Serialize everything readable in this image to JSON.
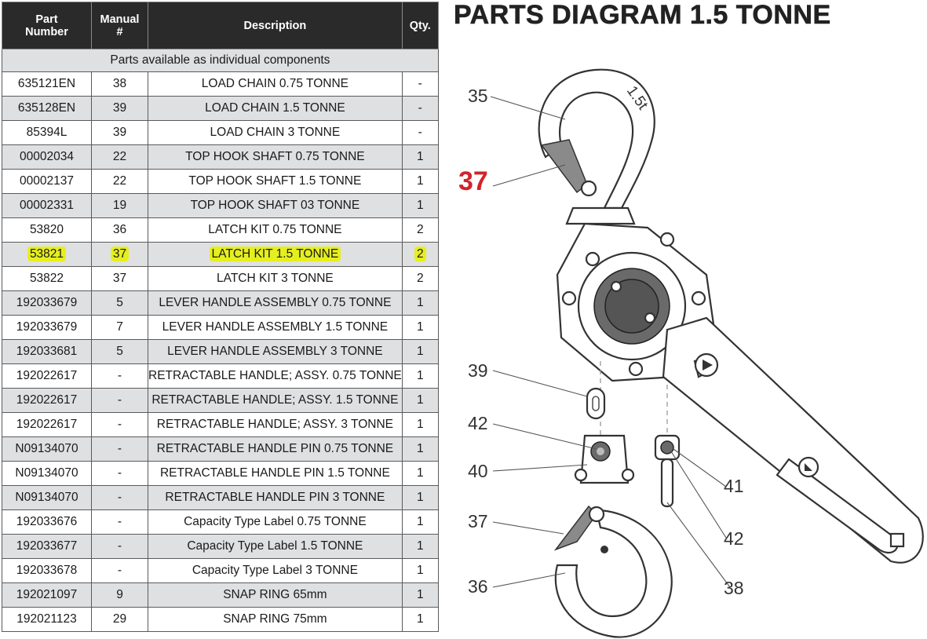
{
  "table": {
    "headers": {
      "part_number": "Part\nNumber",
      "manual": "Manual\n#",
      "description": "Description",
      "qty": "Qty."
    },
    "section_label": "Parts available as individual components",
    "rows": [
      {
        "part": "635121EN",
        "manual": "38",
        "desc": "LOAD CHAIN 0.75 TONNE",
        "qty": "-"
      },
      {
        "part": "635128EN",
        "manual": "39",
        "desc": "LOAD CHAIN 1.5 TONNE",
        "qty": "-"
      },
      {
        "part": "85394L",
        "manual": "39",
        "desc": "LOAD CHAIN 3 TONNE",
        "qty": "-"
      },
      {
        "part": "00002034",
        "manual": "22",
        "desc": "TOP HOOK SHAFT 0.75 TONNE",
        "qty": "1"
      },
      {
        "part": "00002137",
        "manual": "22",
        "desc": "TOP HOOK SHAFT 1.5 TONNE",
        "qty": "1"
      },
      {
        "part": "00002331",
        "manual": "19",
        "desc": "TOP HOOK SHAFT 03 TONNE",
        "qty": "1"
      },
      {
        "part": "53820",
        "manual": "36",
        "desc": "LATCH KIT 0.75 TONNE",
        "qty": "2"
      },
      {
        "part": "53821",
        "manual": "37",
        "desc": "LATCH KIT 1.5 TONNE",
        "qty": "2",
        "highlighted": true
      },
      {
        "part": "53822",
        "manual": "37",
        "desc": "LATCH KIT 3 TONNE",
        "qty": "2"
      },
      {
        "part": "192033679",
        "manual": "5",
        "desc": "LEVER HANDLE ASSEMBLY 0.75 TONNE",
        "qty": "1"
      },
      {
        "part": "192033679",
        "manual": "7",
        "desc": "LEVER HANDLE ASSEMBLY 1.5 TONNE",
        "qty": "1"
      },
      {
        "part": "192033681",
        "manual": "5",
        "desc": "LEVER HANDLE ASSEMBLY 3 TONNE",
        "qty": "1"
      },
      {
        "part": "192022617",
        "manual": "-",
        "desc": "RETRACTABLE HANDLE; ASSY. 0.75 TONNE",
        "qty": "1"
      },
      {
        "part": "192022617",
        "manual": "-",
        "desc": "RETRACTABLE HANDLE; ASSY. 1.5 TONNE",
        "qty": "1"
      },
      {
        "part": "192022617",
        "manual": "-",
        "desc": "RETRACTABLE HANDLE; ASSY. 3 TONNE",
        "qty": "1"
      },
      {
        "part": "N09134070",
        "manual": "-",
        "desc": "RETRACTABLE HANDLE PIN 0.75 TONNE",
        "qty": "1"
      },
      {
        "part": "N09134070",
        "manual": "-",
        "desc": "RETRACTABLE HANDLE PIN 1.5 TONNE",
        "qty": "1"
      },
      {
        "part": "N09134070",
        "manual": "-",
        "desc": "RETRACTABLE HANDLE PIN 3 TONNE",
        "qty": "1"
      },
      {
        "part": "192033676",
        "manual": "-",
        "desc": "Capacity Type Label 0.75 TONNE",
        "qty": "1"
      },
      {
        "part": "192033677",
        "manual": "-",
        "desc": "Capacity Type Label 1.5 TONNE",
        "qty": "1"
      },
      {
        "part": "192033678",
        "manual": "-",
        "desc": "Capacity Type Label 3 TONNE",
        "qty": "1"
      },
      {
        "part": "192021097",
        "manual": "9",
        "desc": "SNAP RING 65mm",
        "qty": "1"
      },
      {
        "part": "192021123",
        "manual": "29",
        "desc": "SNAP RING 75mm",
        "qty": "1"
      }
    ]
  },
  "diagram": {
    "title": "PARTS DIAGRAM 1.5 TONNE",
    "hook_marking": "1.5t",
    "callouts": {
      "c35": "35",
      "c37_top": "37",
      "c39": "39",
      "c42_left": "42",
      "c40": "40",
      "c41": "41",
      "c42_right": "42",
      "c37_bottom": "37",
      "c38": "38",
      "c36": "36"
    }
  },
  "colors": {
    "header_bg": "#2a2a2a",
    "row_shade": "#dfe0e2",
    "highlight": "#e6ef1e",
    "callout_emphasis": "#d2232a"
  }
}
